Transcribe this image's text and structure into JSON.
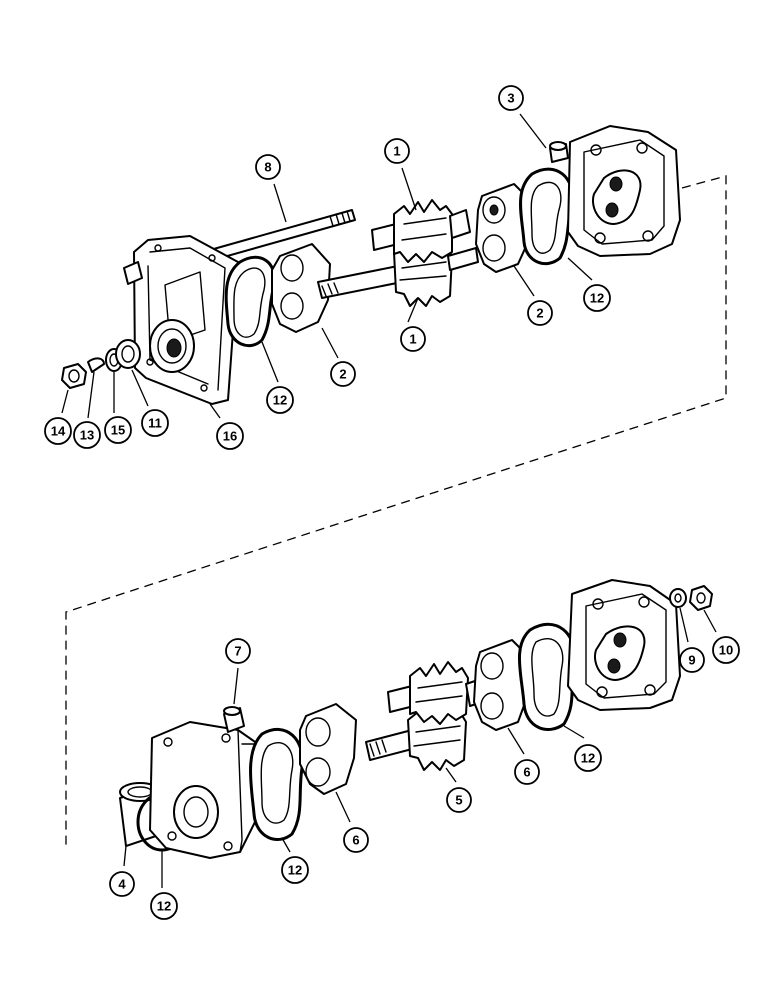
{
  "callouts": [
    {
      "id": "c1a",
      "label": "1"
    },
    {
      "id": "c1b",
      "label": "1"
    },
    {
      "id": "c2a",
      "label": "2"
    },
    {
      "id": "c2b",
      "label": "2"
    },
    {
      "id": "c3",
      "label": "3"
    },
    {
      "id": "c8",
      "label": "8"
    },
    {
      "id": "c12a",
      "label": "12"
    },
    {
      "id": "c12b",
      "label": "12"
    },
    {
      "id": "c14",
      "label": "14"
    },
    {
      "id": "c13",
      "label": "13"
    },
    {
      "id": "c15",
      "label": "15"
    },
    {
      "id": "c11",
      "label": "11"
    },
    {
      "id": "c16",
      "label": "16"
    },
    {
      "id": "c7",
      "label": "7"
    },
    {
      "id": "c4",
      "label": "4"
    },
    {
      "id": "c12c",
      "label": "12"
    },
    {
      "id": "c12d",
      "label": "12"
    },
    {
      "id": "c6a",
      "label": "6"
    },
    {
      "id": "c5",
      "label": "5"
    },
    {
      "id": "c6b",
      "label": "6"
    },
    {
      "id": "c12e",
      "label": "12"
    },
    {
      "id": "c9",
      "label": "9"
    },
    {
      "id": "c10",
      "label": "10"
    }
  ]
}
